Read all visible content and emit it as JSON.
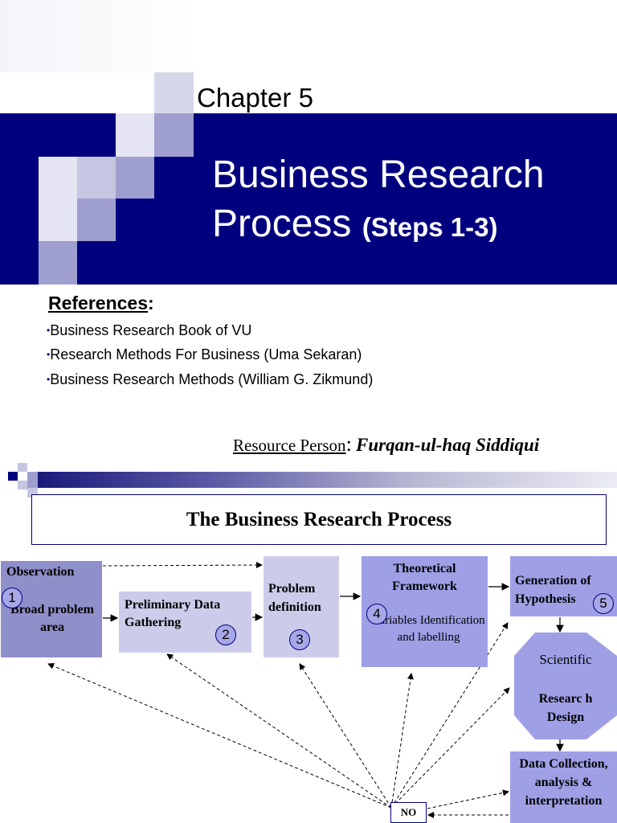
{
  "slide1": {
    "chapter": "Chapter 5",
    "title_line1": "Business Research",
    "title_line2": "Process",
    "title_steps": "(Steps 1-3)",
    "references_heading": "References",
    "references_colon": ":",
    "references": [
      "Business Research Book of VU",
      "Research Methods For Business (Uma Sekaran)",
      "Business Research Methods (William G. Zikmund)"
    ],
    "bullet": "•",
    "resource_label": "Resource Person",
    "resource_colon": ":",
    "resource_name": "Furqan-ul-haq Siddiqui"
  },
  "slide2": {
    "title": "The Business Research Process",
    "observation": {
      "label": "Observation",
      "number": "1",
      "sub": "Broad problem area"
    },
    "preliminary": {
      "label": "Preliminary Data Gathering",
      "number": "2"
    },
    "problem": {
      "label": "Problem definition",
      "number": "3"
    },
    "theoretical": {
      "label": "Theoretical Framework",
      "number": "4",
      "sub": "Variables Identification and labelling"
    },
    "hypothesis": {
      "label": "Generation of Hypothesis",
      "number": "5"
    },
    "design": {
      "label_top": "Scientific",
      "label_bottom": "Researc h Design"
    },
    "data": {
      "label": "Data Collection, analysis & interpretation"
    },
    "no_label": "NO"
  },
  "colors": {
    "navy": "#00007f",
    "box_dark": "#8f8fc9",
    "box_light": "#ccccea",
    "box_mid": "#9f9fe6"
  }
}
